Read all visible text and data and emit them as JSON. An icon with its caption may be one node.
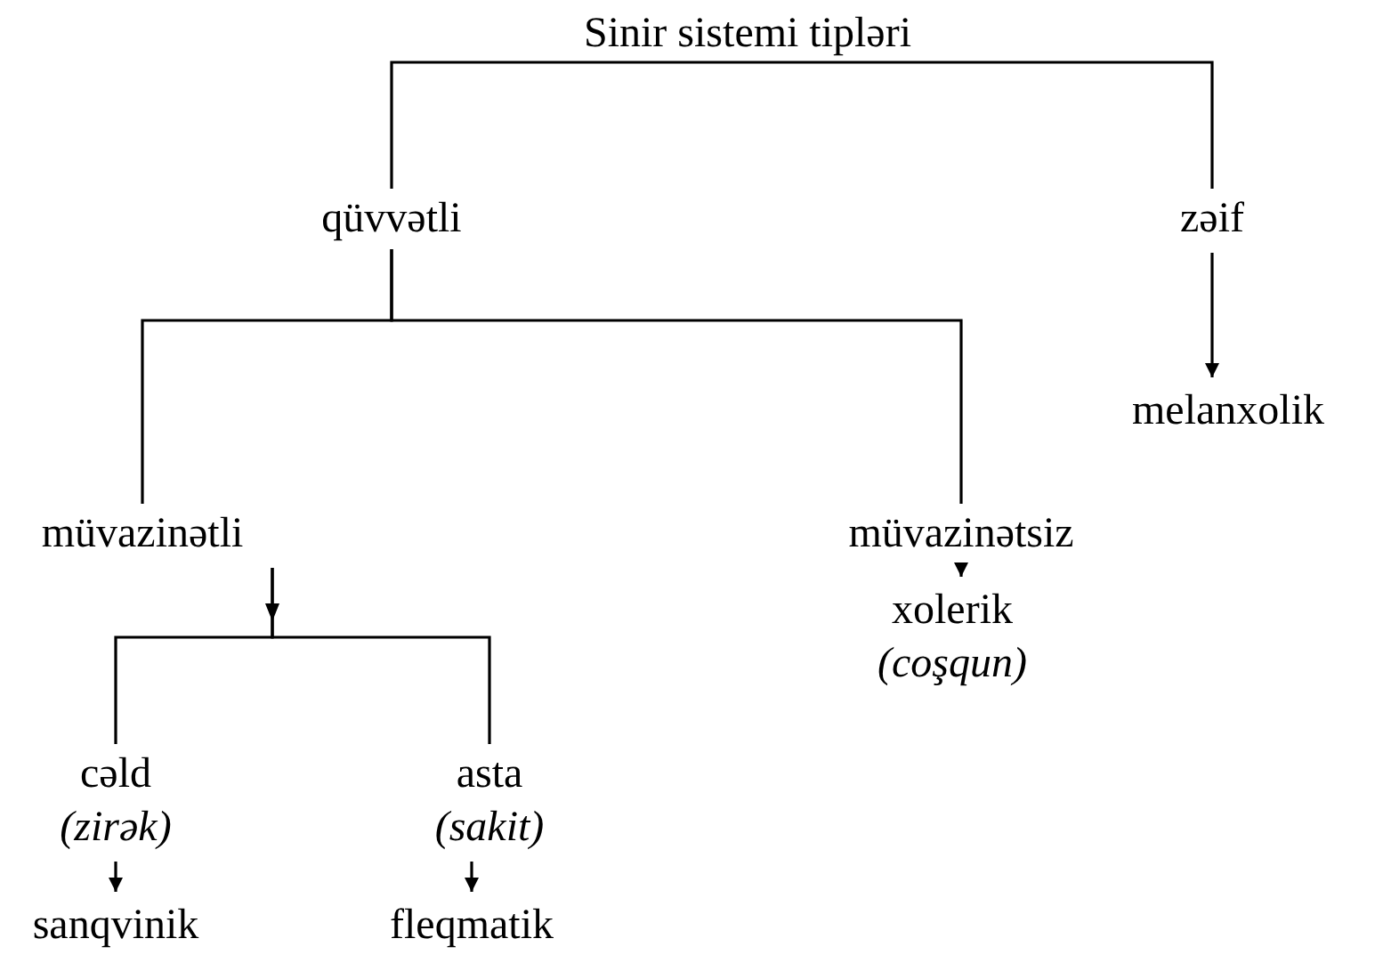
{
  "diagram": {
    "nodes": [
      {
        "text": [
          "Sinir sistemi tipləri"
        ]
      },
      {
        "text": [
          "qüvvətli"
        ]
      },
      {
        "text": [
          "zəif"
        ]
      },
      {
        "text": [
          "melanxolik"
        ]
      },
      {
        "text": [
          "müvazinətli"
        ]
      },
      {
        "text": [
          "müvazinətsiz"
        ]
      },
      {
        "text": [
          "xolerik",
          "(coşqun)"
        ]
      },
      {
        "text": [
          "cəld",
          "(zirək)"
        ]
      },
      {
        "text": [
          "asta",
          "(sakit)"
        ]
      },
      {
        "text": [
          "sanqvinik"
        ]
      },
      {
        "text": [
          "fleqmatik"
        ]
      }
    ],
    "edges": [
      {
        "from": 0,
        "to": 1,
        "arrow": "none"
      },
      {
        "from": 0,
        "to": 2,
        "arrow": "none"
      },
      {
        "from": 1,
        "to": 4,
        "arrow": "none"
      },
      {
        "from": 1,
        "to": 5,
        "arrow": "none"
      },
      {
        "from": 2,
        "to": 3,
        "arrow": "to"
      },
      {
        "from": 5,
        "to": 6,
        "arrow": "to"
      },
      {
        "from": 4,
        "to": 7,
        "arrow": "to"
      },
      {
        "from": 4,
        "to": 8,
        "arrow": "to"
      },
      {
        "from": 7,
        "to": 9,
        "arrow": "to"
      },
      {
        "from": 8,
        "to": 10,
        "arrow": "to"
      }
    ]
  }
}
